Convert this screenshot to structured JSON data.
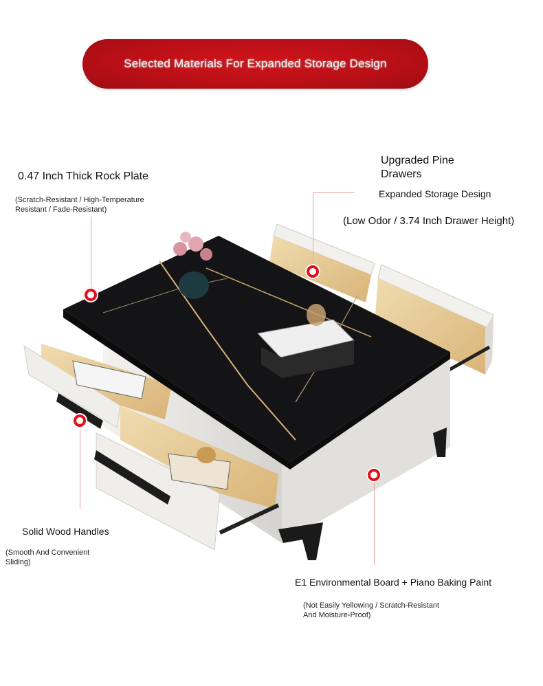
{
  "banner": {
    "title": "Selected Materials For Expanded Storage Design"
  },
  "callouts": {
    "rock_plate": {
      "title": "0.47 Inch Thick Rock Plate",
      "detail_1": "(Scratch-Resistant / High-Temperature",
      "detail_2": "Resistant / Fade-Resistant)"
    },
    "pine_drawers": {
      "title_1": "Upgraded Pine",
      "title_2": "Drawers",
      "subtitle": "Expanded Storage Design",
      "detail": "(Low Odor / 3.74 Inch Drawer Height)"
    },
    "handles": {
      "title": "Solid Wood Handles",
      "detail_1": "(Smooth And Convenient",
      "detail_2": "Sliding)"
    },
    "board": {
      "title": "E1 Environmental Board + Piano Baking Paint",
      "detail_1": "(Not Easily Yellowing / Scratch-Resistant",
      "detail_2": "And Moisture-Proof)"
    }
  },
  "colors": {
    "accent_red": "#e0101a",
    "banner_red": "#b80f16",
    "table_top": "#141416",
    "marble_vein": "#d9b27a",
    "cabinet_white": "#e8e6e3",
    "pine_wood": "#e9cf9e"
  }
}
